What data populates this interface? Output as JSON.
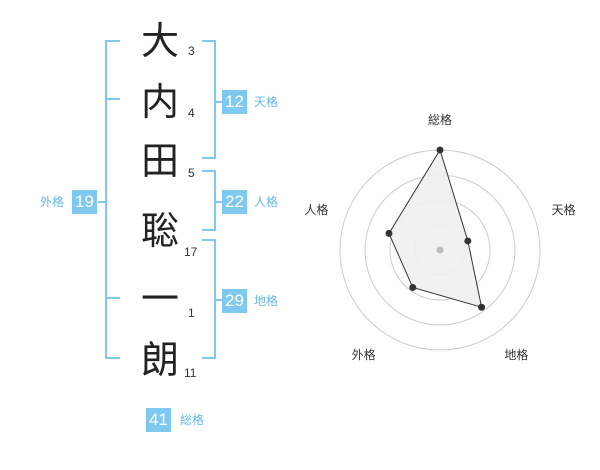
{
  "name": {
    "chars": [
      "大",
      "内",
      "田",
      "聡",
      "一",
      "朗"
    ],
    "strokes": [
      "3",
      "4",
      "5",
      "17",
      "1",
      "11"
    ]
  },
  "fortune": {
    "tenkaku": {
      "value": "12",
      "label": "天格"
    },
    "jinkaku": {
      "value": "22",
      "label": "人格"
    },
    "chikaku": {
      "value": "29",
      "label": "地格"
    },
    "gaikaku": {
      "value": "19",
      "label": "外格"
    },
    "soukaku": {
      "value": "41",
      "label": "総格"
    }
  },
  "radar": {
    "axes": [
      "総格",
      "天格",
      "地格",
      "外格",
      "人格"
    ],
    "values": [
      41,
      12,
      29,
      19,
      22
    ],
    "max": 41,
    "rings": 4,
    "colors": {
      "grid": "#cccccc",
      "fill": "#efefef",
      "line": "#333333",
      "point": "#333333",
      "center": "#bbbbbb"
    }
  },
  "colors": {
    "bracket": "#7fc8f0",
    "badge": "#7fc8f0",
    "label": "#62b9ea"
  }
}
